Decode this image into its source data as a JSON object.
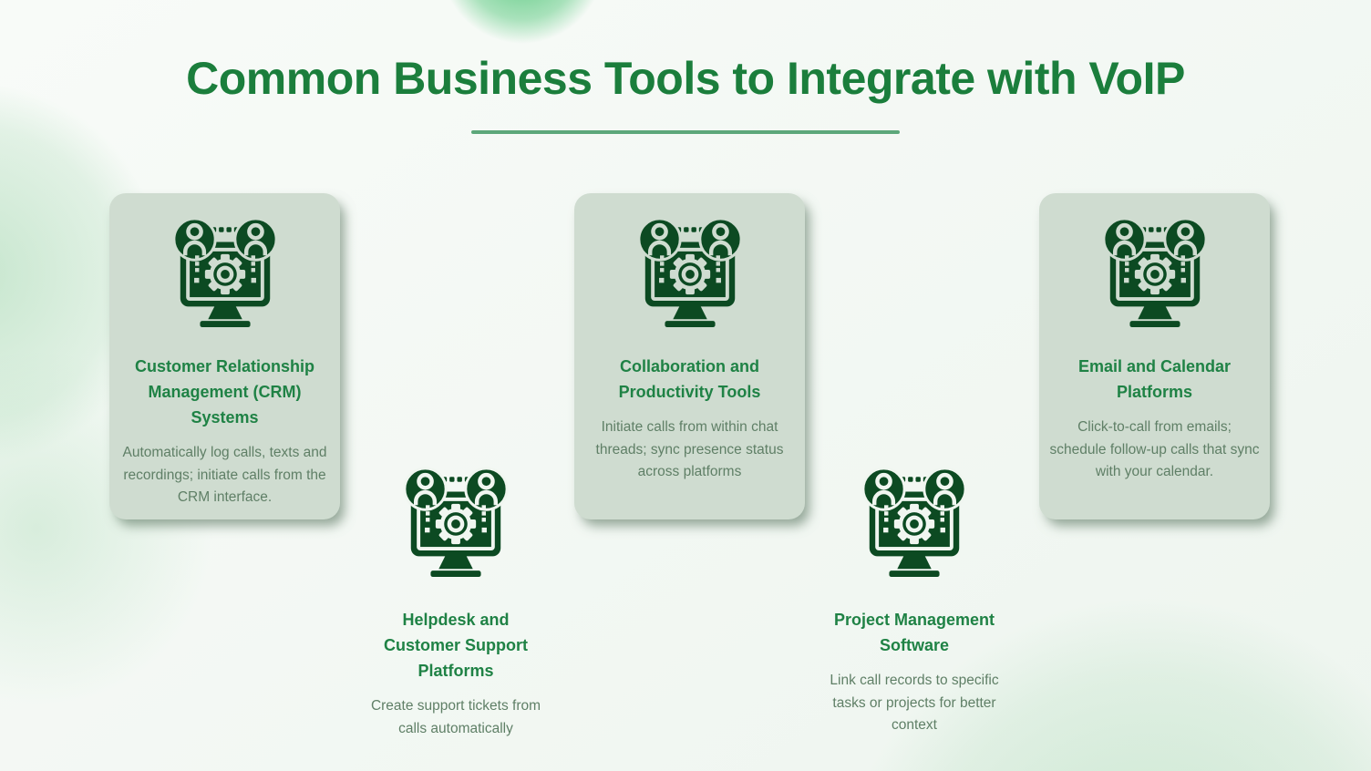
{
  "title": "Common Business Tools to Integrate with VoIP",
  "colors": {
    "title_green": "#1b7e3c",
    "item_title_green": "#1f8245",
    "description_text": "#5f7f66",
    "icon_dark_green": "#0c4a22",
    "card_background": "#cfdcd0",
    "underline_green": "#5ca77a",
    "page_background": "#f3f8f3"
  },
  "underline": {
    "present": true
  },
  "items": [
    {
      "title": "Customer Relationship Management (CRM) Systems",
      "description": "Automatically log calls, texts and recordings; initiate calls from the CRM interface.",
      "has_card_background": true,
      "icon": "team-settings-monitor-icon"
    },
    {
      "title": "Helpdesk and Customer Support Platforms",
      "description": "Create support tickets from calls automatically",
      "has_card_background": false,
      "icon": "team-settings-monitor-icon"
    },
    {
      "title": "Collaboration and Productivity Tools",
      "description": "Initiate calls from within chat threads; sync presence status across platforms",
      "has_card_background": true,
      "icon": "team-settings-monitor-icon"
    },
    {
      "title": "Project Management Software",
      "description": "Link call records to specific tasks or projects for better context",
      "has_card_background": false,
      "icon": "team-settings-monitor-icon"
    },
    {
      "title": "Email and Calendar Platforms",
      "description": "Click-to-call from emails; schedule follow-up calls that sync with your calendar.",
      "has_card_background": true,
      "icon": "team-settings-monitor-icon"
    }
  ]
}
